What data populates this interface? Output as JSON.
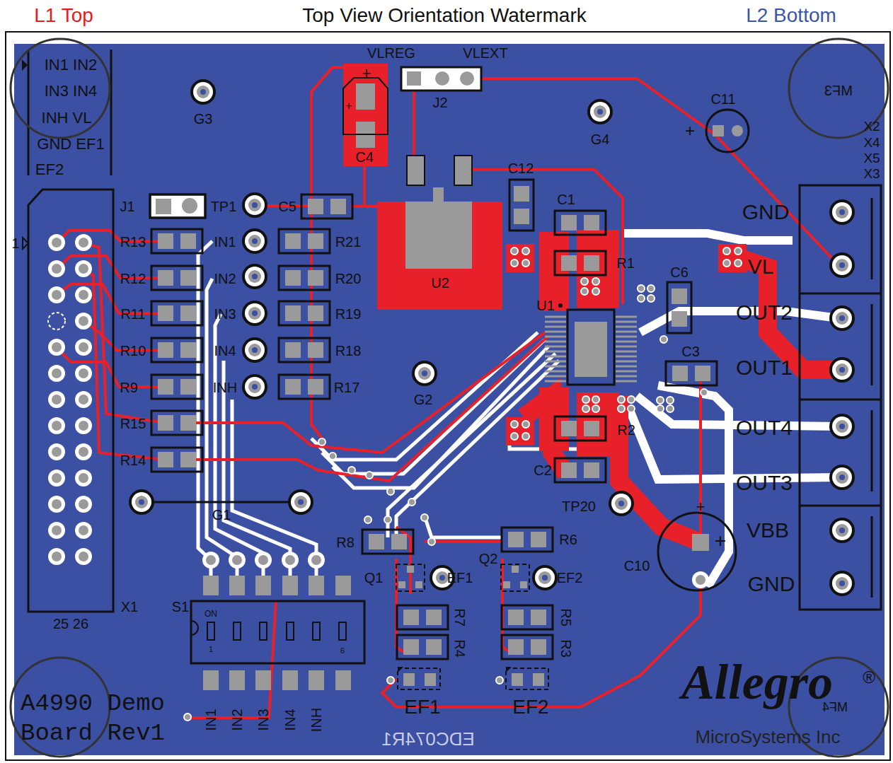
{
  "diagram": {
    "title": "Top View Orientation Watermark",
    "labels": [
      "L1 Top",
      "L2 Bottom",
      "IN1 IN2",
      "IN3 IN4",
      "INH VL",
      "GND EF1",
      "EF2",
      "MF3",
      "1",
      "J1",
      "TP1",
      "C5",
      "R13",
      "IN1",
      "R21",
      "R12",
      "IN2",
      "R20",
      "R11",
      "IN3",
      "R19",
      "R10",
      "IN4",
      "R18",
      "R9",
      "INH",
      "R17",
      "R15",
      "R14",
      "G3",
      "VLREG",
      "VLEXT",
      "J2",
      "+",
      "+",
      "C4",
      "G4",
      "C12",
      "C1",
      "U2",
      "R1",
      "U1",
      "C6",
      "C3",
      "X2",
      "X4",
      "X5",
      "X3",
      "C11",
      "+",
      "GND",
      "VL",
      "OUT2",
      "OUT1",
      "OUT4",
      "OUT3",
      "VBB",
      "GND",
      "G2",
      "R2",
      "C2",
      "TP20",
      "+",
      "+",
      "C10",
      "G1",
      "R8",
      "R6",
      "Q1",
      "EF1",
      "Q2",
      "EF2",
      "R7",
      "R4",
      "R5",
      "R3",
      "X1",
      "25 26",
      "S1",
      "ON",
      "1",
      "6",
      "EF1",
      "EF2",
      "IN1",
      "IN2",
      "IN3",
      "IN4",
      "INH",
      "A4990 Demo",
      "Board Rev1",
      "EDC074R1",
      "Allegro",
      "®",
      "MicroSystems Inc",
      "MF4"
    ]
  }
}
